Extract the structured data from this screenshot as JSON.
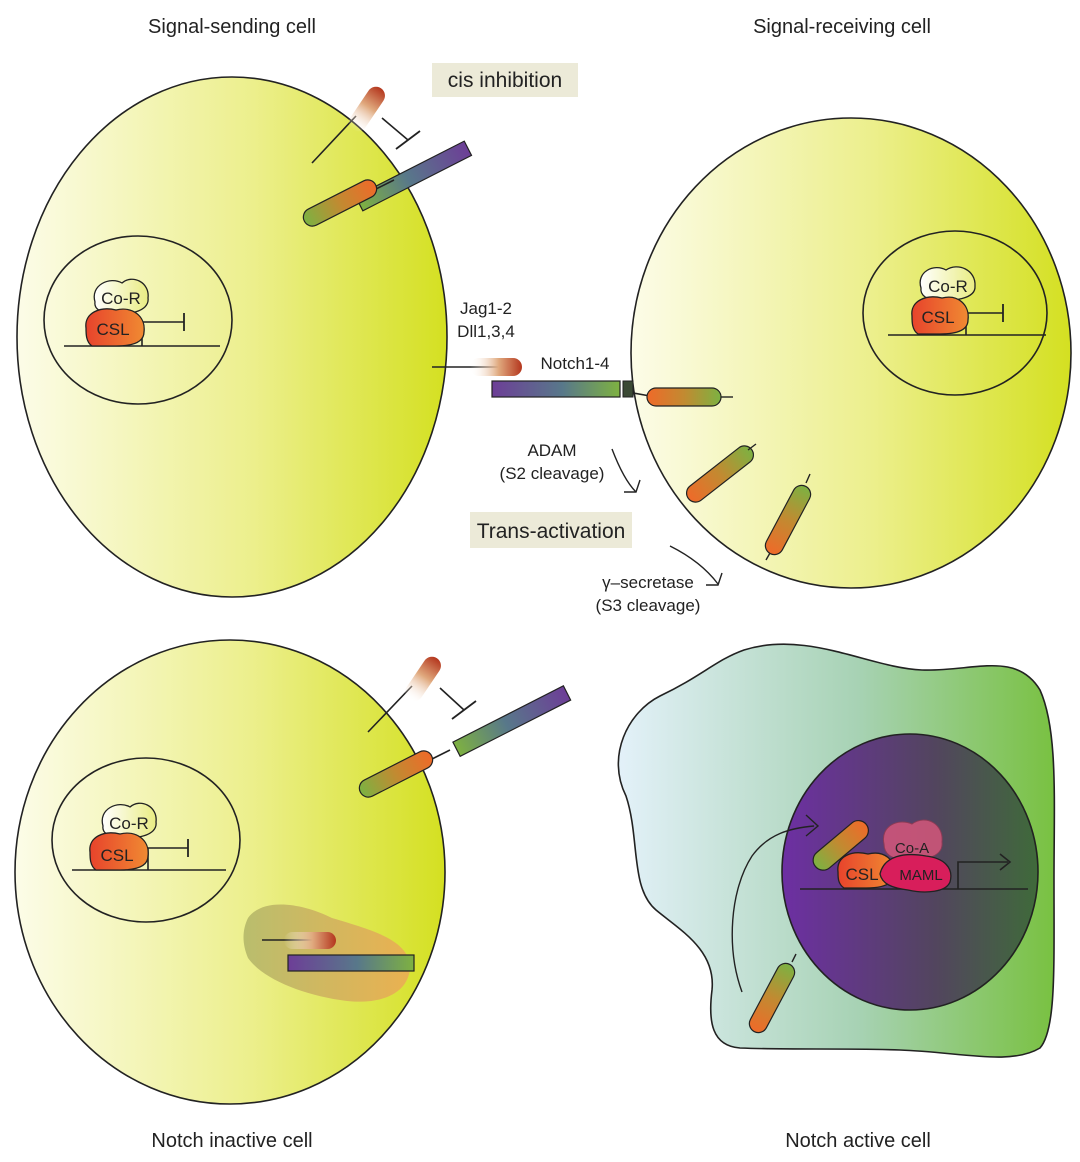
{
  "titles": {
    "sending": "Signal-sending cell",
    "receiving": "Signal-receiving cell",
    "inactive": "Notch inactive cell",
    "active": "Notch active cell"
  },
  "boxes": {
    "cis": "cis inhibition",
    "trans": "Trans-activation"
  },
  "ligand": {
    "line1": "Jag1-2",
    "line2": "Dll1,3,4"
  },
  "receptor": "Notch1-4",
  "adam": {
    "line1": "ADAM",
    "line2": "(S2 cleavage)"
  },
  "gamma": {
    "line1": "γ–secretase",
    "line2": "(S3 cleavage)"
  },
  "factors": {
    "cor": "Co-R",
    "csl": "CSL",
    "coa": "Co-A",
    "maml": "MAML"
  },
  "colors": {
    "cell": "#d4e021",
    "cell_edge": "#fbfbe6",
    "ligand": "#b5391f",
    "receptor_purple": "#6e3f96",
    "receptor_green": "#7fb03f",
    "nicd_orange": "#ee6f2a",
    "box_bg": "#ecead8",
    "active_blue": "#d9ecf5",
    "active_green": "#7dc242"
  }
}
